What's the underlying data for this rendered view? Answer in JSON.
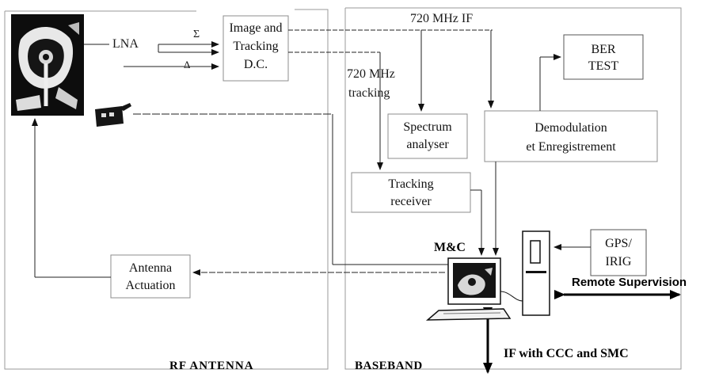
{
  "sections": {
    "rf_antenna": "RF ANTENNA",
    "baseband": "BASEBAND"
  },
  "signals": {
    "lna": "LNA",
    "sum": "Σ",
    "delta": "Δ",
    "if_720": "720 MHz IF",
    "tracking_720_line1": "720 MHz",
    "tracking_720_line2": "tracking"
  },
  "blocks": {
    "image_tracking_dc": [
      "Image and",
      "Tracking",
      "D.C."
    ],
    "ber_test": [
      "BER",
      "TEST"
    ],
    "spectrum_analyser": [
      "Spectrum",
      "analyser"
    ],
    "demodulation": [
      "Demodulation",
      "et Enregistrement"
    ],
    "tracking_receiver": [
      "Tracking",
      "receiver"
    ],
    "gps_irig": [
      "GPS/",
      "IRIG"
    ],
    "antenna_actuation": [
      "Antenna",
      "Actuation"
    ]
  },
  "labels": {
    "mc": "M&C",
    "remote_supervision": "Remote Supervision",
    "if_ccc_smc": "IF with CCC and SMC"
  }
}
